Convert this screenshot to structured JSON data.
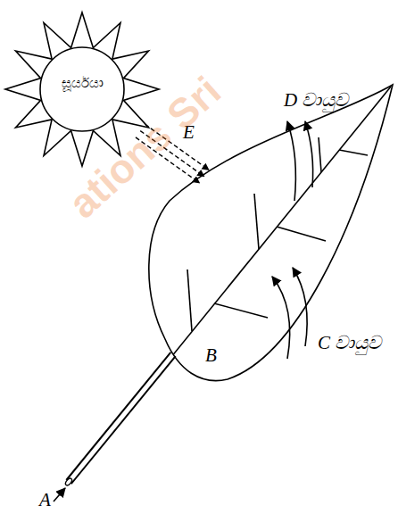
{
  "diagram": {
    "nodes": [
      {
        "text": [
          "සූර්යයා"
        ]
      },
      {
        "text": [
          "B"
        ]
      }
    ],
    "edges": [
      {
        "from": 0,
        "to": 1,
        "arrow": "to",
        "label": "E"
      }
    ],
    "labels": [
      "A",
      "D වායුව",
      "C වායුව",
      "ations Sri"
    ]
  }
}
